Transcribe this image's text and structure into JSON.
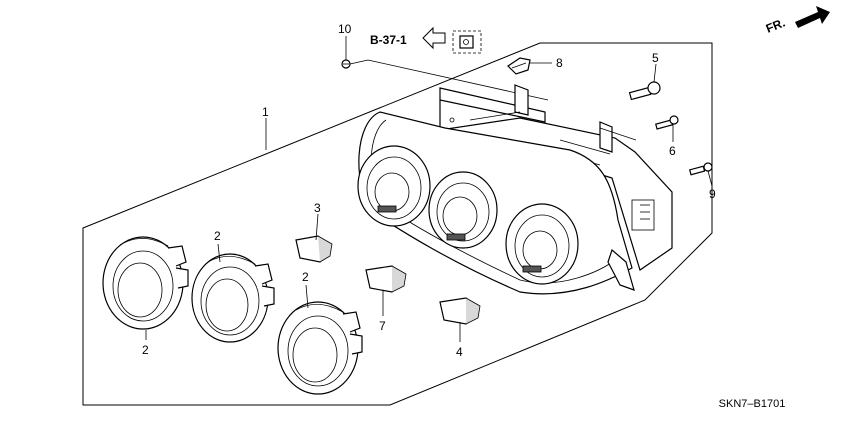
{
  "reference": {
    "label": "B-37-1"
  },
  "direction": {
    "label": "FR."
  },
  "diagram_code": "SKN7–B1701",
  "callouts": {
    "c1": "1",
    "c2a": "2",
    "c2b": "2",
    "c2c": "2",
    "c3": "3",
    "c4": "4",
    "c5": "5",
    "c6": "6",
    "c7": "7",
    "c8": "8",
    "c9": "9",
    "c10": "10"
  }
}
